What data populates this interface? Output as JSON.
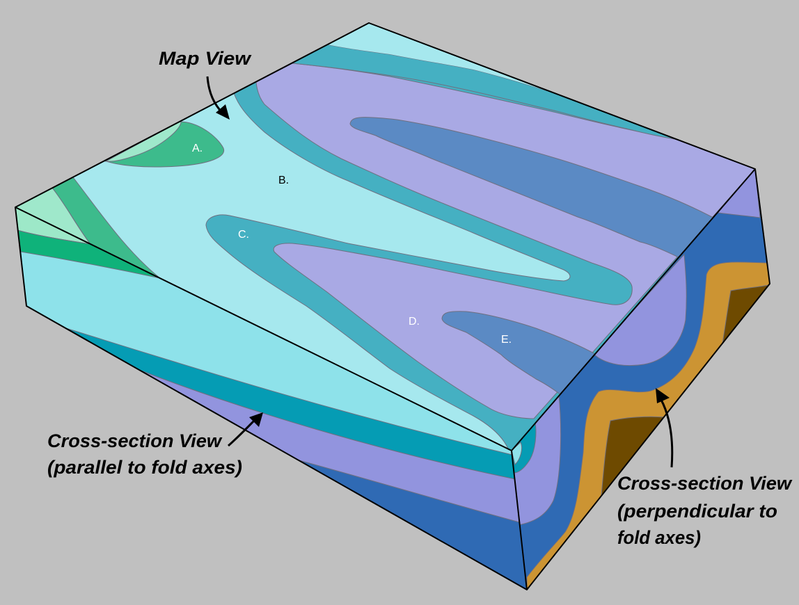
{
  "annotations": {
    "map_view": "Map View",
    "parallel_title": "Cross-section View",
    "parallel_sub": "(parallel to fold axes)",
    "perp_title": "Cross-section View",
    "perp_sub1": "(perpendicular to",
    "perp_sub2": "fold axes)"
  },
  "unit_labels": {
    "a": "A.",
    "b": "B.",
    "c": "C.",
    "d": "D.",
    "e": "E."
  },
  "colors": {
    "background": "#c0c0c0",
    "unit_a_light": "#9fe8cb",
    "unit_a": "#3dbb8c",
    "unit_b": "#a6e8ee",
    "unit_c": "#45b0c2",
    "unit_d": "#a9a9e4",
    "unit_e": "#5b8ac4",
    "section_cyan": "#8ee2ea",
    "section_teal": "#059cb4",
    "section_lavender": "#9294de",
    "section_darkblue": "#2f6ab4",
    "section_orange": "#cc9433",
    "section_brown": "#6e4a00"
  }
}
